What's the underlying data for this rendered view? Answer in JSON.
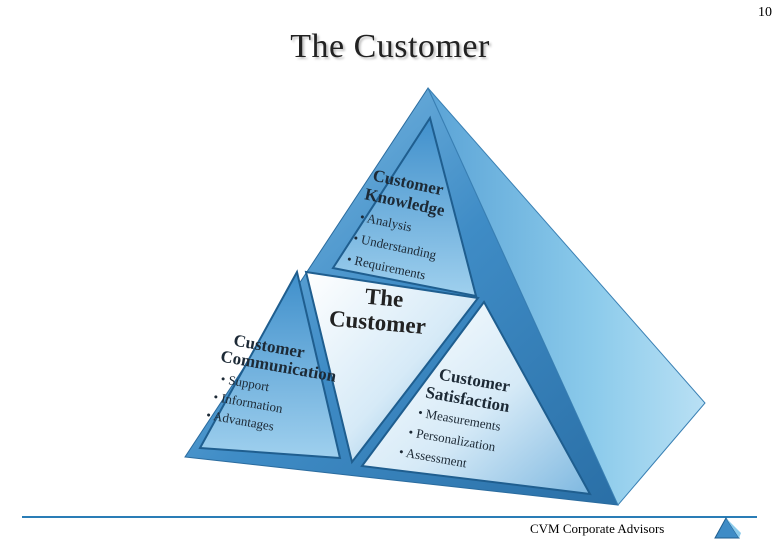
{
  "page_number": "10",
  "title": "The Customer",
  "pyramid": {
    "top": {
      "heading": [
        "Customer",
        "Knowledge"
      ],
      "bullets": [
        "• Analysis",
        "• Understanding",
        "• Requirements"
      ]
    },
    "center": [
      "The",
      "Customer"
    ],
    "left": {
      "heading": [
        "Customer",
        "Communication"
      ],
      "bullets": [
        "• Support",
        "• Information",
        "• Advantages"
      ]
    },
    "right": {
      "heading": [
        "Customer",
        "Satisfaction"
      ],
      "bullets": [
        "• Measurements",
        "• Personalization",
        "• Assessment"
      ]
    }
  },
  "footer": {
    "company": "CVM Corporate Advisors"
  },
  "colors": {
    "pyramid_face": "#4a90c8",
    "pyramid_side": "#2f78b0",
    "panel_light": "#e6f2fa",
    "footer_rule": "#2a7db6"
  }
}
